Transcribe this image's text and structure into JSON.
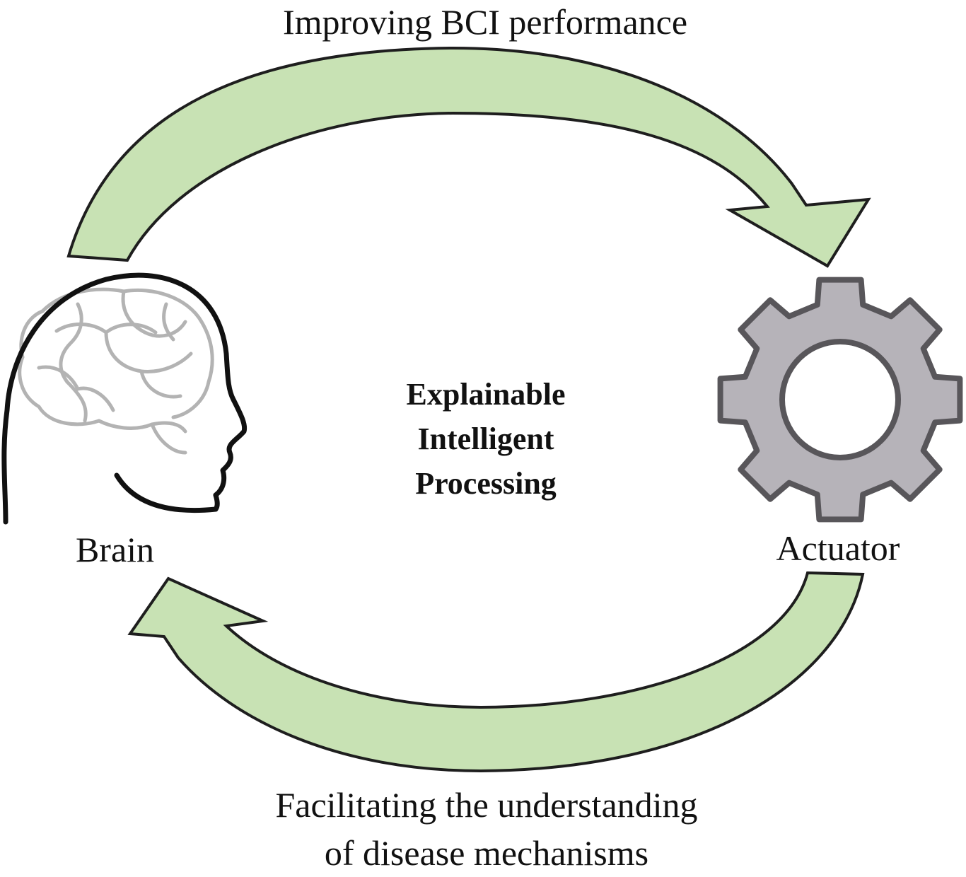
{
  "colors": {
    "arrow_fill": "#c8e2b4",
    "arrow_stroke": "#1e1e1e",
    "gear_fill": "#b6b3b9",
    "gear_stroke": "#58565a",
    "brain_lines": "#b3b3b3",
    "head_outline": "#111111"
  },
  "icons": {
    "brain": "head-with-brain-icon",
    "actuator": "gear-icon"
  },
  "labels": {
    "top_arrow": "Improving BCI performance",
    "brain": "Brain",
    "actuator": "Actuator",
    "center": [
      "Explainable",
      "Intelligent",
      "Processing"
    ],
    "bottom_arrow": [
      "Facilitating the understanding",
      "of disease mechanisms"
    ]
  }
}
